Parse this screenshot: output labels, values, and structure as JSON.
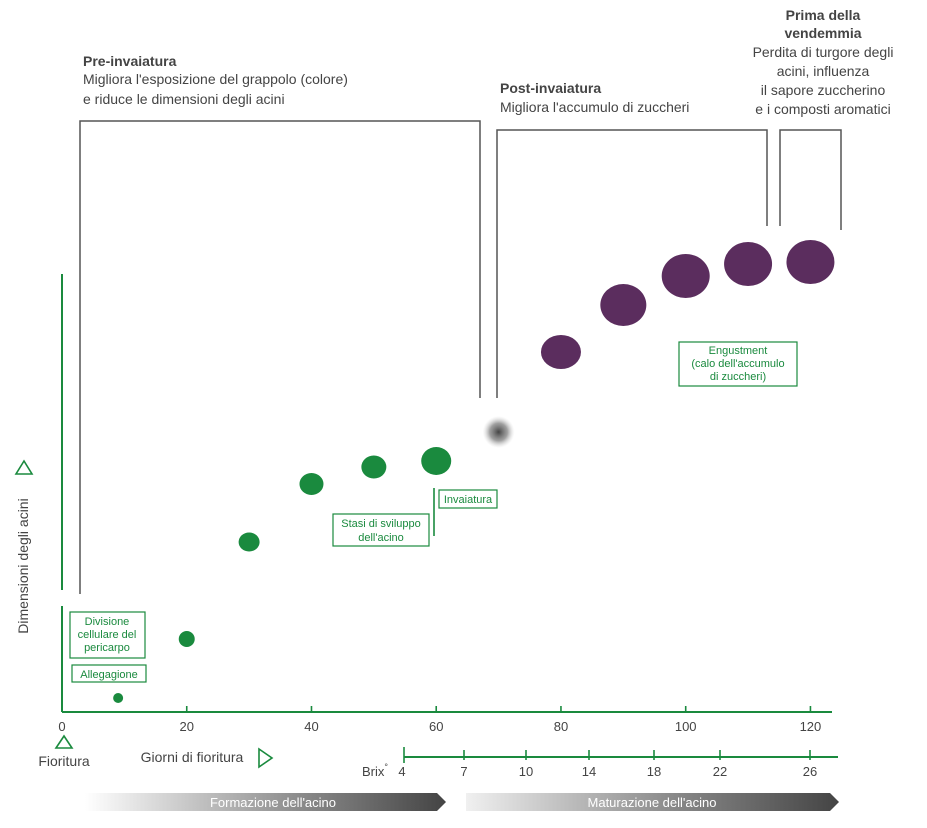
{
  "phases": {
    "pre": {
      "title": "Pre-invaiatura",
      "lines": [
        "Migliora l'esposizione del grappolo (colore)",
        "e riduce le dimensioni degli acini"
      ]
    },
    "post": {
      "title": "Post-invaiatura",
      "lines": [
        "Migliora l'accumulo di zuccheri"
      ]
    },
    "harvest": {
      "title_lines": [
        "Prima della",
        "vendemmia"
      ],
      "lines": [
        "Perdita di turgore degli",
        "acini, influenza",
        "il sapore zuccherino",
        "e i composti aromatici"
      ]
    }
  },
  "y_axis_label": "Dimensioni degli acini",
  "x_axis": {
    "ticks": [
      "0",
      "20",
      "40",
      "60",
      "80",
      "100",
      "120"
    ],
    "start_label": "Fioritura",
    "days_label": "Giorni di fioritura"
  },
  "brix": {
    "label": "Brix",
    "degree": "°",
    "ticks": [
      "4",
      "7",
      "10",
      "14",
      "18",
      "22",
      "26"
    ]
  },
  "stage_boxes": {
    "divisione": [
      "Divisione",
      "cellulare del",
      "pericarpo"
    ],
    "allegagione": [
      "Allegagione"
    ],
    "stasi": [
      "Stasi di sviluppo",
      "dell'acino"
    ],
    "invaiatura": [
      "Invaiatura"
    ],
    "engustment": [
      "Engustment",
      "(calo dell'accumulo",
      "di zuccheri)"
    ]
  },
  "bottom_bars": {
    "formazione": "Formazione dell'acino",
    "maturazione": "Maturazione dell'acino"
  },
  "colors": {
    "green": "#1a8a3e",
    "purple": "#5b2d5e",
    "gray_text": "#444444",
    "bracket": "#555555"
  },
  "chart_data": {
    "type": "scatter",
    "x": [
      9,
      20,
      30,
      40,
      50,
      60,
      70,
      80,
      90,
      100,
      110,
      120
    ],
    "series": [
      {
        "phase": "green",
        "x": [
          9,
          20,
          30,
          40,
          50,
          60
        ],
        "color": "#1a8a3e"
      },
      {
        "phase": "veraison",
        "x": [
          70
        ],
        "color": "#555555"
      },
      {
        "phase": "purple",
        "x": [
          80,
          90,
          100,
          110,
          120
        ],
        "color": "#5b2d5e"
      }
    ],
    "xlabel": "Giorni di fioritura",
    "ylabel": "Dimensioni degli acini",
    "xlim": [
      0,
      123
    ]
  }
}
